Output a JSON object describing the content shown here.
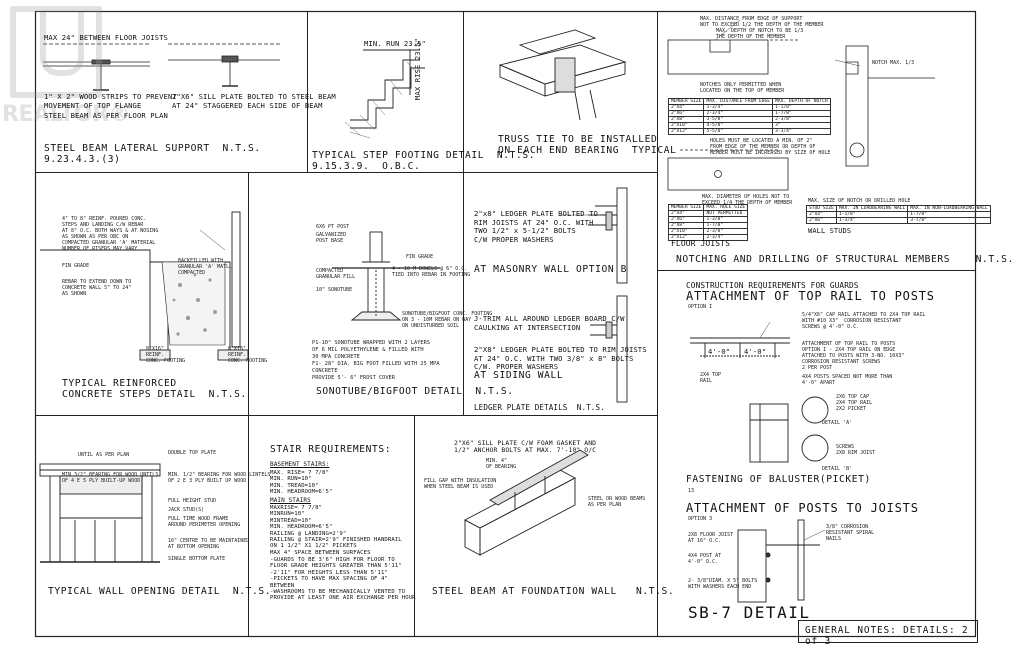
{
  "watermark": {
    "brand": "REALTOR",
    "mark": "®"
  },
  "details": {
    "steel_beam_support": {
      "note_top": "MAX 24\" BETWEEN FLOOR JOISTS",
      "note_a": "1\" X 2\" WOOD STRIPS TO PREVENT\nMOVEMENT OF TOP FLANGE",
      "note_b": "2\"X6\" SILL PLATE BOLTED TO STEEL BEAM\nAT 24\" STAGGERED EACH SIDE OF BEAM",
      "note_c": "STEEL BEAM AS PER FLOOR PLAN",
      "title": "STEEL BEAM LATERAL SUPPORT  N.T.S.\n9.23.4.3.(3)"
    },
    "step_footing": {
      "min_run": "MIN. RUN 23.5\"",
      "max_rise": "MAX RISE 23.5\"",
      "title": "TYPICAL STEP FOOTING DETAIL  N.T.S.\n9.15.3.9.  O.B.C."
    },
    "truss_tie": {
      "title": "TRUSS TIE TO BE INSTALLED\nON EACH END BEARING  TYPICAL"
    },
    "notching": {
      "note_1": "MAX. DISTANCE FROM EDGE OF SUPPORT\nNOT TO EXCEED 1/2 THE DEPTH OF THE MEMBER",
      "note_2": "MAX. DEPTH OF NOTCH TO BE 1/3\nTHE DEPTH OF THE MEMBER",
      "note_3": "NOTCHES ONLY PERMITTED WHEN\nLOCATED ON THE TOP OF MEMBER",
      "note_4": "HOLES MUST BE LOCATED A MIN. OF 2\"\nFROM EDGE OF THE MEMBER OR DEPTH OF\nMEMBER MUST BE INCREASED BY SIZE OF HOLE",
      "note_5": "MAX. DIAMETER OF HOLES NOT TO\nEXCEED 1/4 THE DEPTH OF MEMBER",
      "notch_table": {
        "headers": [
          "MEMBER SIZE",
          "MAX. DISTANCE FROM EDGE",
          "MAX. DEPTH OF NOTCH"
        ],
        "rows": [
          [
            "2\"X4\"",
            "1-3/4\"",
            "1-1/8\""
          ],
          [
            "2\"X6\"",
            "2-3/4\"",
            "1-7/8\""
          ],
          [
            "2\"X8\"",
            "3-5/8\"",
            "2-3/8\""
          ],
          [
            "2\"X10\"",
            "4-5/8\"",
            "3\""
          ],
          [
            "2\"X12\"",
            "5-5/8\"",
            "3-3/4\""
          ]
        ]
      },
      "hole_table": {
        "headers": [
          "MEMBER SIZE",
          "MAX. HOLE SIZE"
        ],
        "rows": [
          [
            "2\"X4\"",
            "NOT PERMITTED"
          ],
          [
            "2\"X6\"",
            "1-3/8\""
          ],
          [
            "2\"X8\"",
            "1-7/8\""
          ],
          [
            "2\"X10\"",
            "2-3/8\""
          ],
          [
            "2\"X12\"",
            "2-3/4\""
          ]
        ]
      },
      "stud_table": {
        "caption": "MAX. SIZE OF NOTCH OR DRILLED HOLE",
        "headers": [
          "STUD SIZE",
          "MAX. IN LOADBEARING WALL",
          "MAX. IN NON-LOADBEARING WALL"
        ],
        "rows": [
          [
            "2\"X4\"",
            "1-1/8\"",
            "1-7/8\""
          ],
          [
            "2\"X6\"",
            "1-3/4\"",
            "3-7/8\""
          ]
        ]
      },
      "floor_joists": "FLOOR JOISTS",
      "wall_studs": "WALL STUDS",
      "notch_max": "NOTCH MAX. 1/3",
      "title": "NOTCHING AND DRILLING OF STRUCTURAL MEMBERS    N.T.S."
    },
    "concrete_steps": {
      "note_1": "4\" TO 8\" REINF. POURED CONC.\nSTEPS AND LANDING C/W REBAR\nAT 8\" O.C. BOTH WAYS & AT NOSING\nAS SHOWN AS PER OBC ON\nCOMPACTED GRANULAR 'A' MATERIAL\nNUMBER OF RISERS MAY VARY",
      "fin_grade": "FIN GRADE",
      "note_2": "REBAR TO EXTEND DOWN TO\nCONCRETE WALL 5\" TO 24\"\nAS SHOWN",
      "note_3": "BACKFILLED WITH\nGRANULAR 'A' MATL.\nCOMPACTED",
      "foot_left": "8\"X16\"\nREINF.\nCONC. FOOTING",
      "foot_right": "8\"X16\"\nREINF.\nCONC. FOOTING",
      "title": "TYPICAL REINFORCED\nCONCRETE STEPS DETAIL  N.T.S."
    },
    "sonotube": {
      "post": "6X6 PT POST",
      "base": "GALVANIZED\nPOST BASE",
      "fin_grade": "FIN GRADE",
      "gravel": "COMPACTED\nGRANULAR FILL",
      "sono": "10\" SONOTUBE",
      "dowels": "4 - 10 M DOWELS @ 6\" O.C.\nTIED INTO REBAR IN FOOTING",
      "bigfoot": "SONOTUBE/BIGFOOT CONC. FOOTING\nON 3 - 10M REBAR ON WAY\nON UNDISTURBED SOIL",
      "note": "P1-10\" SONOTUBE WRAPPED WITH 2 LAYERS\nOF 6 MIL POLYETHYLENE & FILLED WITH\n30 MPA CONCRETE\nF1- 28\" DIA. BIG FOOT FILLED WITH 25 MPA\nCONCRETE\nPROVIDE 5'- 6\" FROST COVER",
      "title": "SONOTUBE/BIGFOOT DETAIL  N.T.S."
    },
    "ledger": {
      "masonry_note": "2\"x8\" LEDGER PLATE BOLTED TO\nRIM JOISTS AT 24\" O.C. WITH\nTWO 1/2\" x 5-1/2\" BOLTS\nC/W PROPER WASHERS",
      "masonry_title": "AT MASONRY WALL OPTION B",
      "jtrim": "J-TRIM ALL AROUND LEDGER BOARD C/W\nCAULKING AT INTERSECTION",
      "siding_note": "2\"X8\" LEDGER PLATE BOLTED TO RIM JOISTS\nAT 24\" O.C. WITH TWO 3/8\" x 8\" BOLTS\nC/W. PROPER WASHERS",
      "siding_title": "AT SIDING WALL",
      "title": "LEDGER PLATE DETAILS  N.T.S."
    },
    "guards": {
      "heading": "CONSTRUCTION REQUIREMENTS FOR GUARDS",
      "top_rail": "ATTACHMENT OF TOP RAIL TO POSTS",
      "option": "OPTION I",
      "cap_rail": "5/4\"X6\" CAP RAIL ATTACHED TO 2X4 TOP RAIL\nWITH #10 X3\"  CORROSION RESISTANT\nSCREWS @ 4'-0\" O.C.",
      "rail_note": "ATTACHMENT OF TOP RAIL TO POSTS\nOPTION I - 2X4 TOP RAIL ON EDGE\nATTACHED TO POSTS WITH 3-NO. 10X3\"\nCORROSION RESISTANT SCREWS\n2 PER POST",
      "posts_note": "4X4 POSTS SPACED NOT MORE THAN\n4'-0\" APART",
      "dim1": "4'-0\"",
      "dim2": "4'-0\"",
      "rail_lbl": "2X4 TOP\nRAIL",
      "top_cap": "2X6 TOP CAP\n2X4 TOP RAIL\n2X2 PICKET",
      "detail_a": "DETAIL 'A'",
      "screws": "SCREWS\n2X8 RIM JOIST",
      "detail_b": "DETAIL 'B'",
      "baluster": "FASTENING OF BALUSTER(PICKET)",
      "baluster_num": "13",
      "posts_joists": "ATTACHMENT OF POSTS TO JOISTS",
      "option3": "OPTION 3",
      "floor_joist": "2X8 FLOOR JOIST\nAT 16\" O.C.",
      "spiral": "3/8\" CORROSION\nRESISTANT SPIRAL\nNAILS",
      "post_4x4": "4X4 POST AT\n4'-0\" O.C.",
      "bolts": "2- 3/8\"DIAM. X 5\" BOLTS\nWITH WASHERS EACH END",
      "sb7": "SB-7 DETAIL"
    },
    "wall_opening": {
      "until": "UNTIL AS PER PLAN",
      "double_top": "DOUBLE TOP PLATE",
      "bearing_l": "MIN 3/2\" BEARING FOR WOOD UNTILS\nOF 4 E 5 PLY BUILT-UP WOOD",
      "bearing_r": "MIN. 1/2\" BEARING FOR WOOD LINTELS\nOF 2 E 3 PLY BUILT UP WOOD",
      "full_stud": "FULL HEIGHT STUD",
      "jack": "JACK STUD(S)",
      "frame": "FULL TIME WOOD FRAME\nAROUND PERIMETER OPENING",
      "centre": "16\" CENTRE TO BE MAINTAINED\nAT BOTTOM OPENING",
      "single_bottom": "SINGLE BOTTOM PLATE",
      "title": "TYPICAL WALL OPENING DETAIL  N.T.S."
    },
    "stairs": {
      "heading": "STAIR REQUIREMENTS:",
      "basement_h": "BASEMENT STAIRS:",
      "basement": "MAX. RISE= 7 7/8\"\nMIN. RUN=10\"\nMIN. TREAD=10\"\nMIN. HEADROOM=6'5\"",
      "main_h": "MAIN STAIRS",
      "main": "MAXRISE= 7 7/8\"\nMINRUN=10\"\nMINTREAD=10\"\nMIN. HEADROOM=6'5\"\nRAILING @ LANDING=2'9\"\nRAILING @ STAIR=2'9\" FINISHED HANDRAIL\nON 1 1/2\" X1 1/2\" PICKETS\nMAX 4\" SPACE BETWEEN SURFACES",
      "notes": "-GUARDS TO BE 3'6\" HIGH FOR FLOOR TO\nFLOOR GRADE HEIGHTS GREATER THAN 5'11\"\n-2'11\" FOR HEIGHTS LESS THAN 5'11\"\n-PICKETS TO HAVE MAX SPACING OF 4\"\nBETWEEN\n-WASHROOMS TO BE MECHANICALLY VENTED TO\nPROVIDE AT LEAST ONE AIR EXCHANGE PER HOUR"
    },
    "steel_foundation": {
      "sill": "2\"X6\" SILL PLATE C/W FOAM GASKET AND\n1/2\" ANCHOR BOLTS AT MAX. 7'-10\" O/C",
      "bearing": "MIN. 4\"\nOF BEARING",
      "fill": "FILL GAP WITH INSULATION\nWHEN STEEL BEAM IS USED",
      "steel_or_wood": "STEEL OR WOOD BEAMS\nAS PER PLAN",
      "title": "STEEL BEAM AT FOUNDATION WALL   N.T.S."
    }
  },
  "footer": {
    "text": "GENERAL NOTES: DETAILS: 2 of 3"
  }
}
